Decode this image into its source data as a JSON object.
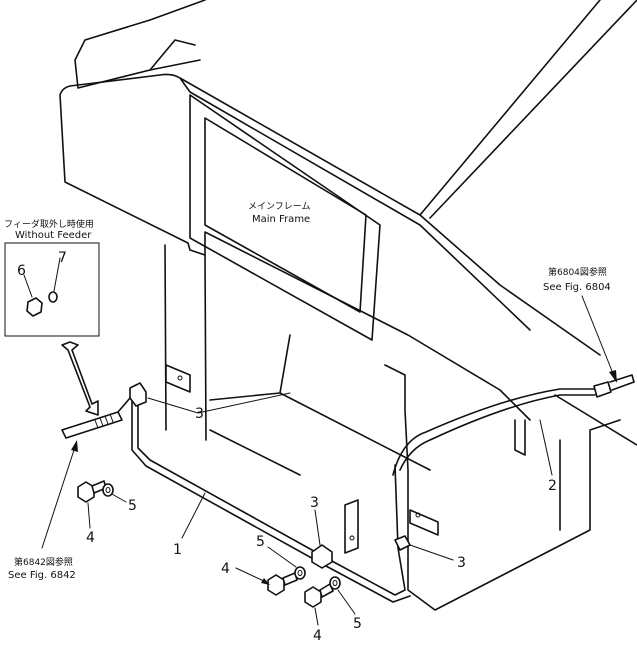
{
  "frame_label": {
    "jp": "メインフレーム",
    "en": "Main Frame"
  },
  "inset_label": {
    "jp": "フィーダ取外し時使用",
    "en": "Without Feeder"
  },
  "ref_right": {
    "jp": "第6804図参照",
    "en": "See Fig. 6804"
  },
  "ref_left": {
    "jp": "第6842図参照",
    "en": "See Fig. 6842"
  },
  "callouts": {
    "c1": "1",
    "c2": "2",
    "c3a": "3",
    "c3b": "3",
    "c3c": "3",
    "c4a": "4",
    "c4b": "4",
    "c4c": "4",
    "c5a": "5",
    "c5b": "5",
    "c5c": "5",
    "c6": "6",
    "c7": "7"
  }
}
